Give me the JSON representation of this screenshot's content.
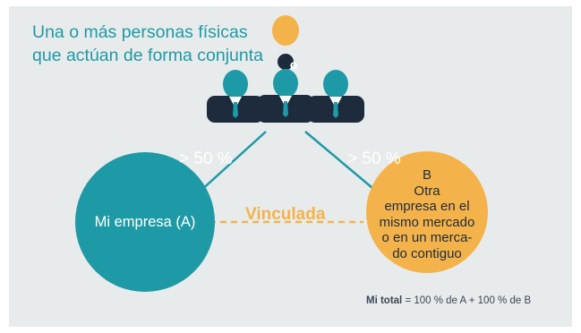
{
  "title_lines": [
    "Una o más personas físicas",
    "que actúan de forma conjunta"
  ],
  "or_label": "o",
  "percent_left": "> 50 %",
  "percent_right": "> 50 %",
  "linked_label": "Vinculada",
  "company_a": "Mi empresa (A)",
  "company_b_lines": [
    "B",
    "Otra",
    "empresa en el",
    "mismo mercado",
    "o en un merca-",
    "do contiguo"
  ],
  "total": {
    "label": "Mi total",
    "formula": " = 100 % de A + 100 % de B"
  },
  "colors": {
    "background": "#e8ebeb",
    "teal": "#1e9aa6",
    "orange": "#f4b34a",
    "navy": "#1d2b3c"
  }
}
